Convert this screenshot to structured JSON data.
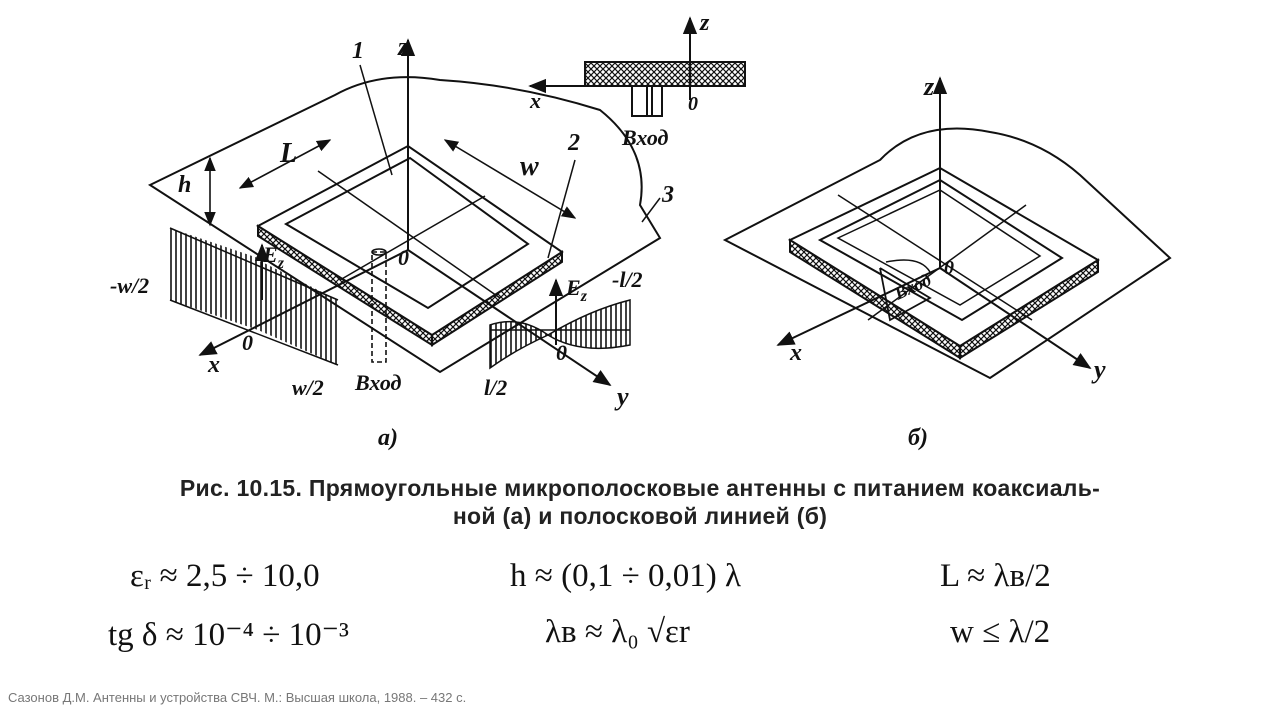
{
  "figure": {
    "panel_a": {
      "label": "a)",
      "axis_z": "z",
      "axis_x": "x",
      "axis_y": "y",
      "origin": "0",
      "label_1": "1",
      "label_2": "2",
      "label_3": "3",
      "dim_L": "L",
      "dim_w": "w",
      "dim_h": "h",
      "ez_left": "E",
      "ez_left_sub": "z",
      "ez_right": "E",
      "ez_right_sub": "z",
      "minus_w2": "-w/2",
      "w2": "w/2",
      "minus_l2": "-l/2",
      "l2": "l/2",
      "x_left": "x",
      "origin_left": "0",
      "origin_right": "0",
      "y_right": "y",
      "input": "Вход"
    },
    "inset": {
      "axis_z": "z",
      "axis_x": "x",
      "origin": "0",
      "input": "Вход"
    },
    "panel_b": {
      "label": "б)",
      "axis_z": "z",
      "axis_x": "x",
      "axis_y": "y",
      "origin": "0",
      "input": "Вход"
    }
  },
  "caption": {
    "line1": "Рис. 10.15. Прямоугольные микрополосковые антенны с питанием коаксиаль-",
    "line2": "ной (а) и полосковой линией (б)"
  },
  "formulas": {
    "eps": "εᵣ ≈ 2,5 ÷ 10,0",
    "h": "h ≈ (0,1 ÷ 0,01) λ",
    "L": "L ≈ λв/2",
    "tg": "tg δ ≈ 10⁻⁴ ÷ 10⁻³",
    "lambda": "λв ≈ λ₀ √εr",
    "w": "w ≤ λ/2"
  },
  "source": "Сазонов Д.М. Антенны и устройства СВЧ. М.: Высшая школа, 1988. – 432 с."
}
